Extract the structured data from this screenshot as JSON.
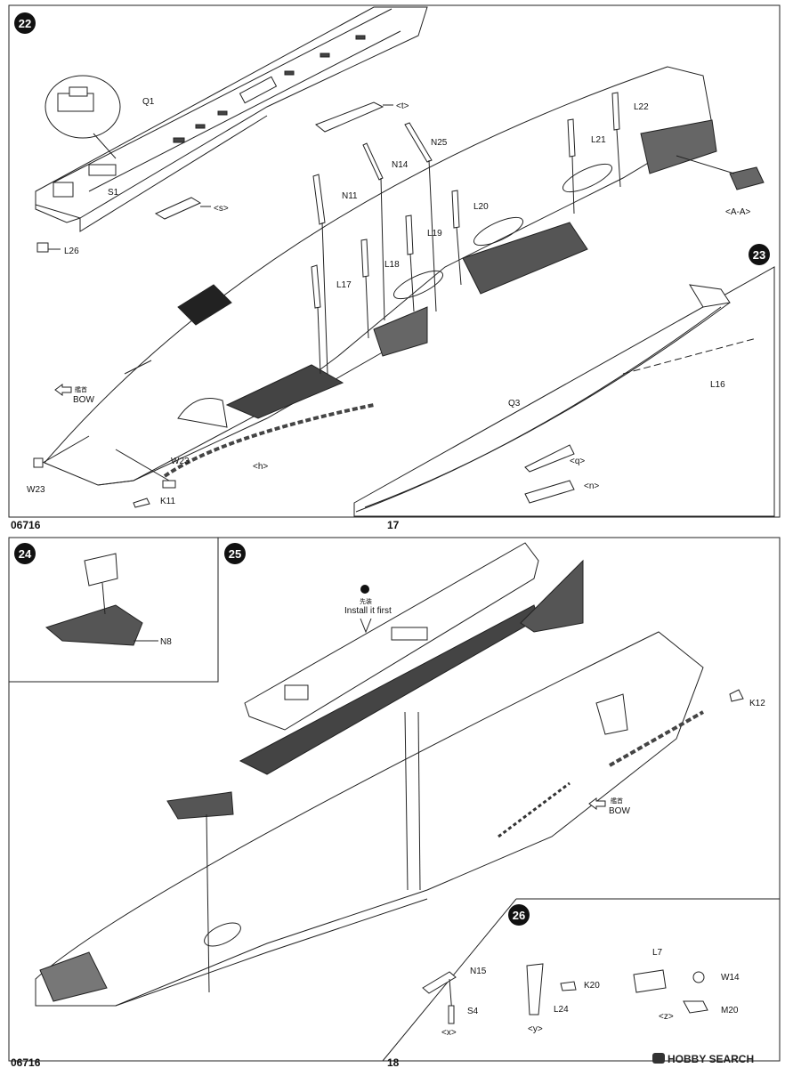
{
  "page_top": {
    "number_left": "06716",
    "number_center": "17",
    "steps": [
      {
        "id": "step-22",
        "number": "22"
      },
      {
        "id": "step-23",
        "number": "23"
      }
    ],
    "step22_labels": [
      "Q1",
      "S1",
      "<s>",
      "L26",
      "<t>",
      "N25",
      "N14",
      "N11",
      "L22",
      "L21",
      "L20",
      "L19",
      "L18",
      "L17",
      "<A-A>",
      "W23",
      "W23",
      "K11",
      "<h>"
    ],
    "bow": {
      "cjk": "艦首",
      "text": "BOW"
    },
    "step23_labels": [
      "L16",
      "Q3",
      "<q>",
      "<n>"
    ]
  },
  "page_bottom": {
    "number_left": "06716",
    "number_center": "18",
    "steps": [
      {
        "id": "step-24",
        "number": "24"
      },
      {
        "id": "step-25",
        "number": "25"
      },
      {
        "id": "step-26",
        "number": "26"
      }
    ],
    "step24_labels": [
      "N8"
    ],
    "install_first": {
      "cjk": "先装",
      "text": "Install it first"
    },
    "step25_labels": [
      "K12"
    ],
    "bow": {
      "cjk": "艦首",
      "text": "BOW"
    },
    "step26_labels": [
      "N15",
      "S4",
      "<x>",
      "K20",
      "L24",
      "<y>",
      "L7",
      "W14",
      "M20",
      "<z>"
    ]
  },
  "watermark": "HOBBY SEARCH",
  "colors": {
    "line": "#222222",
    "deck": "#333333",
    "bg": "#ffffff"
  }
}
